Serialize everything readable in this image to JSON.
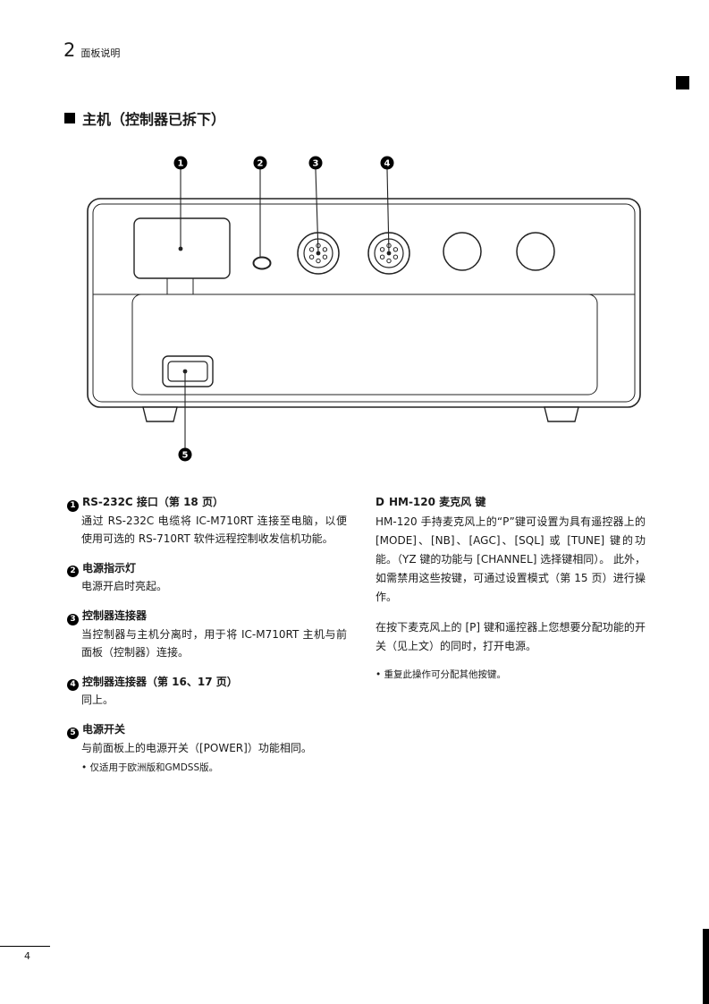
{
  "header": {
    "chapter_number": "2",
    "chapter_title": "面板说明"
  },
  "section": {
    "title": "主机（控制器已拆下）"
  },
  "diagram": {
    "callouts": {
      "c1": "1",
      "c2": "2",
      "c3": "3",
      "c4": "4",
      "c5": "5"
    }
  },
  "left_column": {
    "items": [
      {
        "num": "1",
        "heading": "RS-232C 接口（第 18 页）",
        "body": "通过 RS-232C 电缆将 IC-M710RT 连接至电脑，以便使用可选的 RS-710RT 软件远程控制收发信机功能。"
      },
      {
        "num": "2",
        "heading": "电源指示灯",
        "body": "电源开启时亮起。"
      },
      {
        "num": "3",
        "heading": "控制器连接器",
        "body": "当控制器与主机分离时，用于将 IC-M710RT 主机与前面板（控制器）连接。"
      },
      {
        "num": "4",
        "heading": "控制器连接器（第 16、17 页）",
        "body": "同上。"
      },
      {
        "num": "5",
        "heading": "电源开关",
        "body": "与前面板上的电源开关（[POWER]）功能相同。",
        "note": "• 仅适用于欧洲版和GMDSS版。"
      }
    ]
  },
  "right_column": {
    "heading_prefix": "D",
    "heading": "HM-120 麦克风 键",
    "para1": "HM-120 手持麦克风上的“P”键可设置为具有遥控器上的 [MODE]、[NB]、[AGC]、[SQL] 或 [TUNE] 键的功能。（YZ 键的功能与 [CHANNEL] 选择键相同）。 此外，如需禁用这些按键，可通过设置模式（第 15 页）进行操作。",
    "para2": "在按下麦克风上的 [P] 键和遥控器上您想要分配功能的开关（见上文）的同时，打开电源。",
    "note": "• 重复此操作可分配其他按键。"
  },
  "footer": {
    "page_number": "4"
  }
}
